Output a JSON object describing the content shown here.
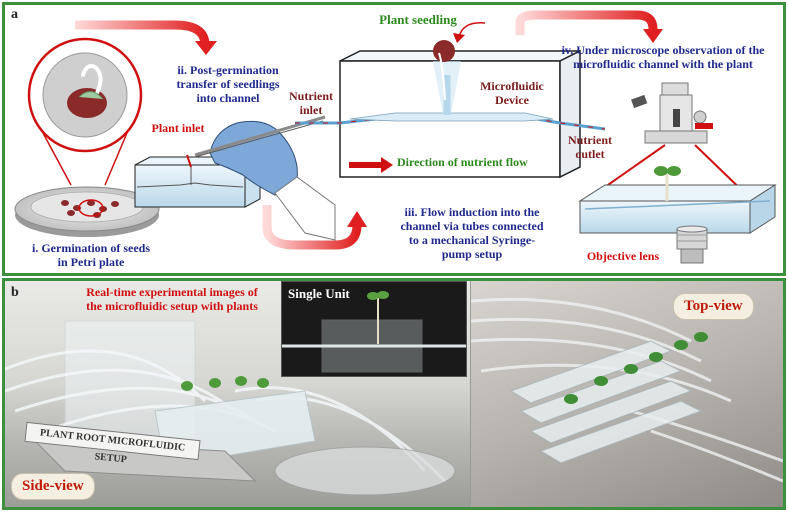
{
  "panel_a": {
    "letter": "a",
    "steps": {
      "step1": [
        "i. Germination of seeds",
        "in Petri plate"
      ],
      "step2": [
        "ii. Post-germination",
        "transfer of seedlings",
        "into channel"
      ],
      "step3": [
        "iii. Flow induction into the",
        "channel via tubes connected",
        "to a mechanical Syringe-",
        "pump setup"
      ],
      "step4": [
        "iv. Under microscope observation of the",
        "microfluidic channel with the plant"
      ]
    },
    "labels": {
      "plant_seedling": "Plant seedling",
      "plant_inlet": "Plant inlet",
      "nutrient_inlet": [
        "Nutrient",
        "inlet"
      ],
      "microfluidic_device": [
        "Microfluidic",
        "Device"
      ],
      "nutrient_outlet": [
        "Nutrient",
        "outlet"
      ],
      "flow_direction": "Direction of nutrient flow",
      "objective_lens": "Objective lens"
    }
  },
  "panel_b": {
    "letter": "b",
    "caption": [
      "Real-time experimental images of",
      "the microfluidic setup with plants"
    ],
    "single_unit": "Single Unit",
    "top_view": "Top-view",
    "side_view": "Side-view",
    "setup_sign": "PLANT ROOT MICROFLUIDIC SETUP"
  },
  "colors": {
    "frame_green": "#3c8f3c",
    "step_text": "#1f2a8c",
    "accent_red": "#d01010",
    "device_text": "#7a1c1c",
    "flow_text": "#2c8a1c"
  }
}
